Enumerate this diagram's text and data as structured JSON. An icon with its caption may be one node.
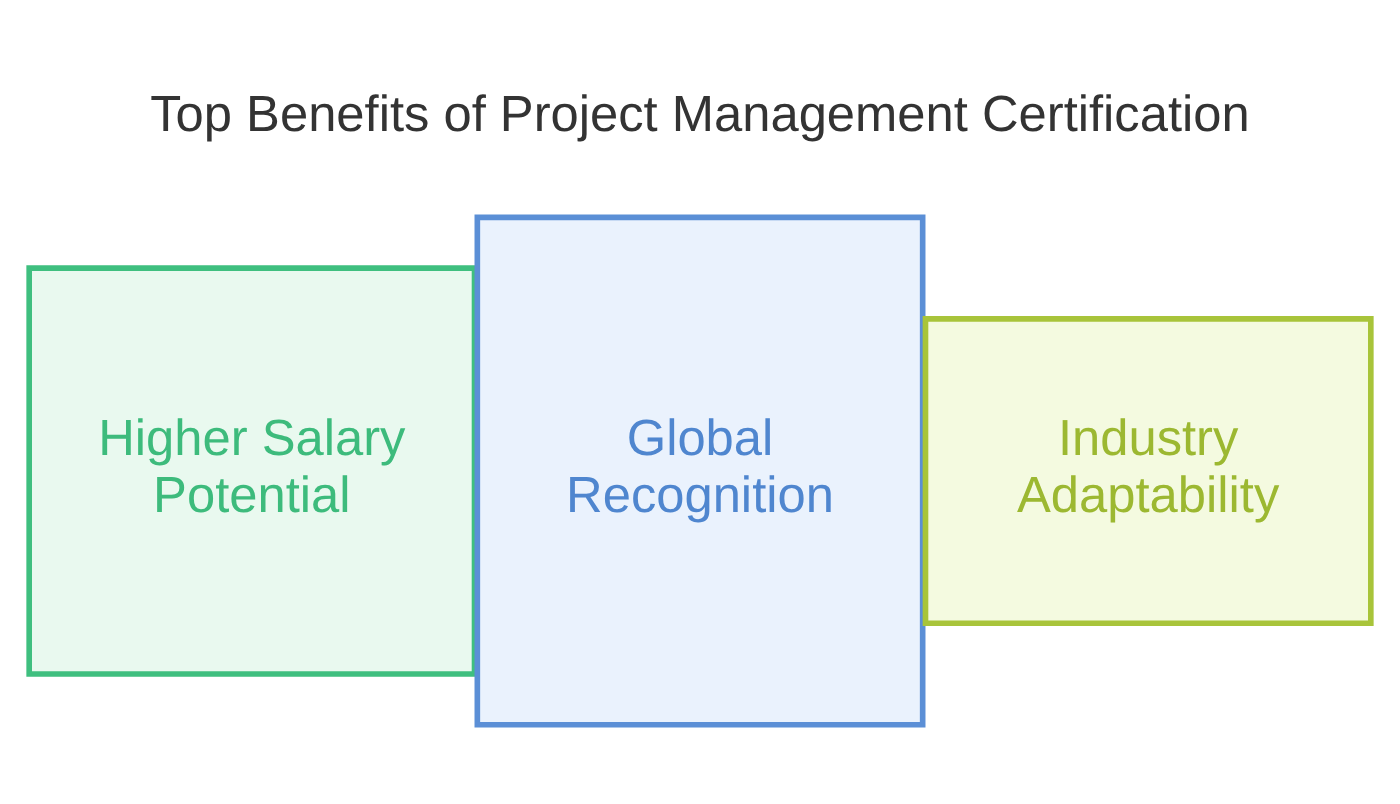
{
  "diagram": {
    "title": "Top Benefits of Project Management Certification",
    "nodes": [
      {
        "text": [
          "Higher Salary Potential"
        ]
      },
      {
        "text": [
          "Global Recognition"
        ]
      },
      {
        "text": [
          "Industry Adaptability"
        ]
      }
    ]
  }
}
